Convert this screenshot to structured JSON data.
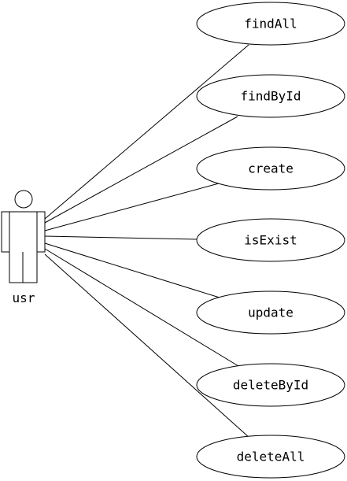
{
  "actor": {
    "label": "usr"
  },
  "use_cases": [
    {
      "label": "findAll"
    },
    {
      "label": "findById"
    },
    {
      "label": "create"
    },
    {
      "label": "isExist"
    },
    {
      "label": "update"
    },
    {
      "label": "deleteById"
    },
    {
      "label": "deleteAll"
    }
  ],
  "colors": {
    "stroke": "#000000",
    "background": "#ffffff"
  }
}
